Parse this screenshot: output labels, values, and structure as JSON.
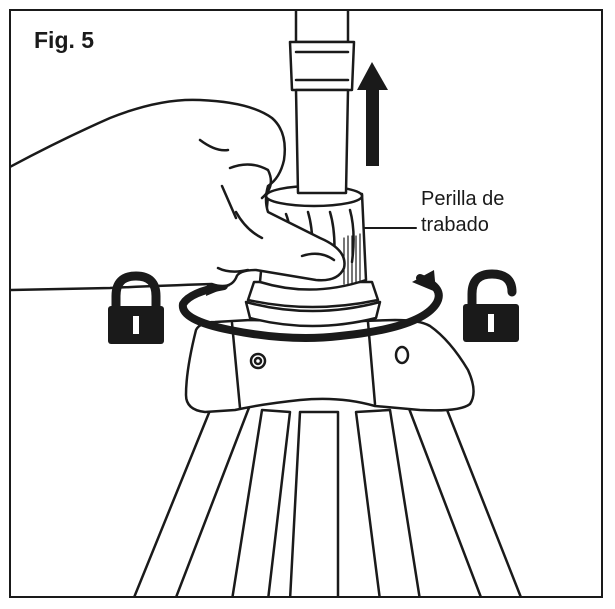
{
  "figure": {
    "label": "Fig. 5",
    "callout_line1": "Perilla de",
    "callout_line2": "trabado"
  },
  "icons": {
    "left": "lock-closed-icon",
    "right": "lock-open-icon",
    "up_arrow": "arrow-up-icon",
    "rotation": "rotate-arrows-icon"
  },
  "colors": {
    "ink": "#1a1a1a",
    "paper": "#ffffff",
    "shade": "#c9c9c9"
  }
}
